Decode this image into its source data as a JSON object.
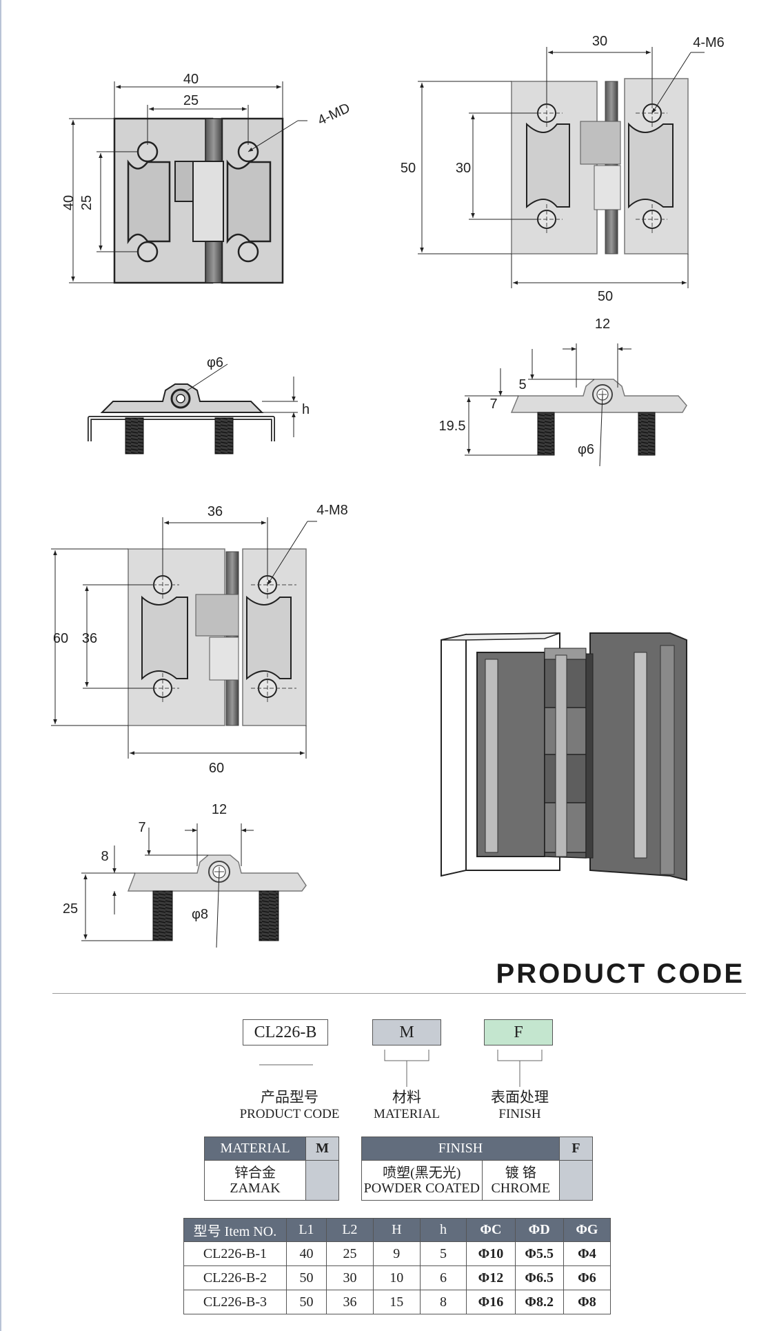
{
  "drawings": {
    "view1_top": {
      "dim_width": "40",
      "dim_hole_spacing": "25",
      "dim_height": "40",
      "dim_height_holes": "25",
      "hole_callout": "4-MD"
    },
    "view1_side": {
      "pin_dia": "φ6",
      "dim_h": "h"
    },
    "view2_top": {
      "dim_hole_spacing": "30",
      "hole_callout": "4-M6",
      "dim_height": "50",
      "dim_height_holes": "30",
      "dim_width": "50"
    },
    "view2_side": {
      "dim_knuckle": "12",
      "dim_5": "5",
      "dim_7": "7",
      "dim_total": "19.5",
      "pin_dia": "φ6"
    },
    "view3_top": {
      "dim_hole_spacing": "36",
      "hole_callout": "4-M8",
      "dim_height": "60",
      "dim_height_holes": "36",
      "dim_width": "60"
    },
    "view3_side": {
      "dim_knuckle": "12",
      "dim_7": "7",
      "dim_8": "8",
      "dim_total": "25",
      "pin_dia": "φ8"
    }
  },
  "product_code": {
    "title": "PRODUCT CODE",
    "code_parts": [
      {
        "value": "CL226-B",
        "color": "#ffffff",
        "label_cn": "产品型号",
        "label_en": "PRODUCT CODE"
      },
      {
        "value": "M",
        "color": "#c7ccd3",
        "label_cn": "材料",
        "label_en": "MATERIAL"
      },
      {
        "value": "F",
        "color": "#c4e6cf",
        "label_cn": "表面处理",
        "label_en": "FINISH"
      }
    ]
  },
  "material_table": {
    "header": "MATERIAL",
    "code": "M",
    "options": [
      {
        "cn": "锌合金",
        "en": "ZAMAK"
      }
    ]
  },
  "finish_table": {
    "header": "FINISH",
    "code": "F",
    "options": [
      {
        "cn": "喷塑(黑无光)",
        "en": "POWDER COATED"
      },
      {
        "cn": "镀 铬",
        "en": "CHROME"
      }
    ]
  },
  "spec_table": {
    "columns": [
      "型号 Item NO.",
      "L1",
      "L2",
      "H",
      "h",
      "ΦC",
      "ΦD",
      "ΦG"
    ],
    "rows": [
      [
        "CL226-B-1",
        "40",
        "25",
        "9",
        "5",
        "Φ10",
        "Φ5.5",
        "Φ4"
      ],
      [
        "CL226-B-2",
        "50",
        "30",
        "10",
        "6",
        "Φ12",
        "Φ6.5",
        "Φ6"
      ],
      [
        "CL226-B-3",
        "50",
        "36",
        "15",
        "8",
        "Φ16",
        "Φ8.2",
        "Φ8"
      ]
    ]
  },
  "colors": {
    "header_bg": "#626d7d",
    "code_gray": "#c7ccd3",
    "code_green": "#c4e6cf"
  }
}
